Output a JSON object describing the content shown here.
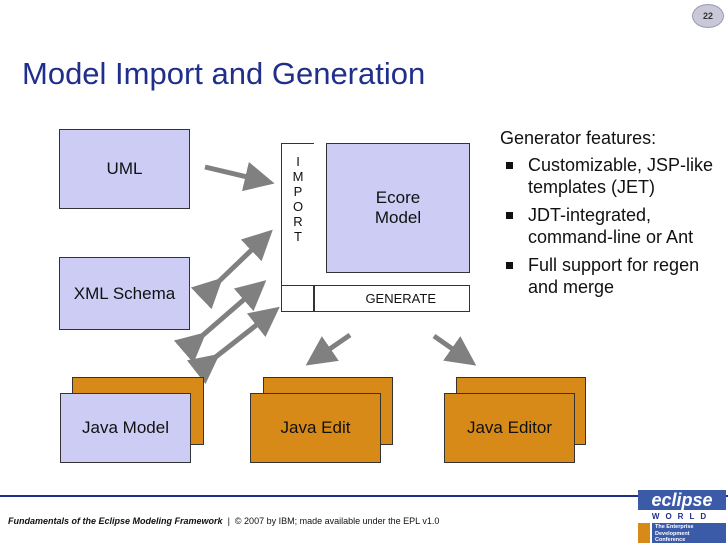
{
  "page_number": "22",
  "title": "Model Import and Generation",
  "boxes": {
    "uml": "UML",
    "xml_schema": "XML Schema",
    "ecore_line1": "Ecore",
    "ecore_line2": "Model",
    "generate": "GENERATE",
    "java_model": "Java Model",
    "java_edit": "Java Edit",
    "java_editor": "Java Editor"
  },
  "import_letters": [
    "I",
    "M",
    "P",
    "O",
    "R",
    "T"
  ],
  "features": {
    "heading": "Generator features:",
    "items": [
      "Customizable, JSP-like templates (JET)",
      "JDT-integrated, command-line or Ant",
      "Full support for regen and merge"
    ]
  },
  "footer": {
    "course": "Fundamentals of the Eclipse Modeling Framework",
    "separator": "|",
    "copyright": "© 2007 by IBM; made available under the EPL v1.0"
  },
  "logo": {
    "name": "eclipse",
    "world": "WORLD",
    "line1": "The Enterprise",
    "line2": "Development",
    "line3": "Conference"
  },
  "colors": {
    "title": "#1f2f8a",
    "lavender_box": "#ccccf5",
    "orange_box": "#d88a18",
    "arrow": "#808080"
  }
}
